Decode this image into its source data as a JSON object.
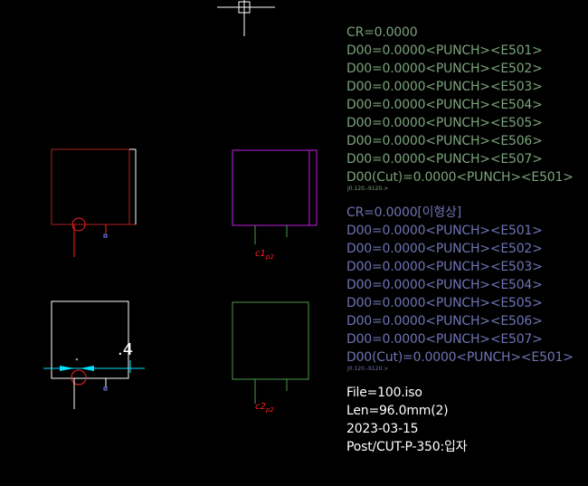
{
  "colors": {
    "background": "#000000",
    "green_text": "#7aa37a",
    "blue_text": "#6f73b3",
    "white": "#ffffff",
    "red": "#ff2020",
    "dark_red": "#b02020",
    "magenta": "#c020e0",
    "cyan": "#00e0ff",
    "dark_green": "#4a9a4a"
  },
  "group1": {
    "cr": "CR=0.0000",
    "lines": [
      "D00=0.0000<PUNCH><E501>",
      "D00=0.0000<PUNCH><E502>",
      "D00=0.0000<PUNCH><E503>",
      "D00=0.0000<PUNCH><E504>",
      "D00=0.0000<PUNCH><E505>",
      "D00=0.0000<PUNCH><E506>",
      "D00=0.0000<PUNCH><E507>",
      "D00(Cut)=0.0000<PUNCH><E501>"
    ],
    "small_tag": "J0.120.-9120.>"
  },
  "group2": {
    "cr": "CR=0.0000[이형상]",
    "lines": [
      "D00=0.0000<PUNCH><E501>",
      "D00=0.0000<PUNCH><E502>",
      "D00=0.0000<PUNCH><E503>",
      "D00=0.0000<PUNCH><E504>",
      "D00=0.0000<PUNCH><E505>",
      "D00=0.0000<PUNCH><E506>",
      "D00=0.0000<PUNCH><E507>",
      "D00(Cut)=0.0000<PUNCH><E501>"
    ],
    "small_tag": "J0.120.-9120.>"
  },
  "file_info": {
    "file": "File=100.iso",
    "len": "Len=96.0mm(2)",
    "date": "2023-03-15",
    "post": "Post/CUT-P-350:입자"
  },
  "labels": {
    "c1p2_main": "c1",
    "c1p2_sub": "p2",
    "c2p2_main": "c2",
    "c2p2_sub": "p2",
    "dimension": ".4",
    "tick_mark": "\""
  }
}
